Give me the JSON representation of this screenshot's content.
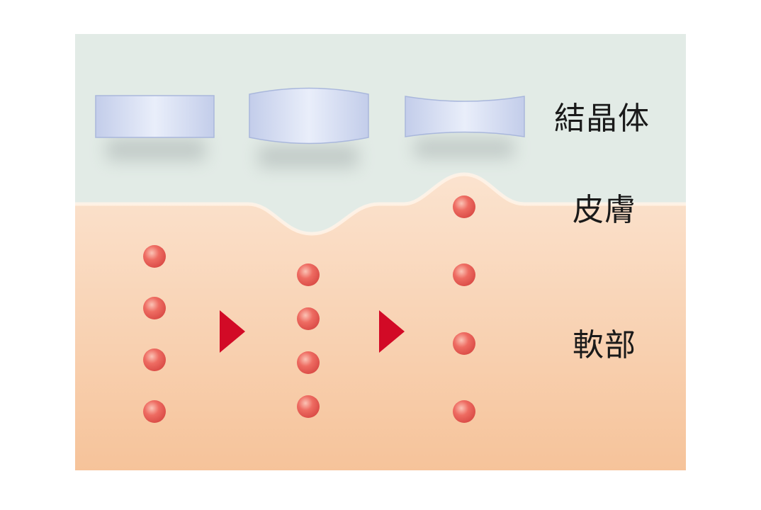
{
  "labels": {
    "crystal": "結晶体",
    "skin": "皮膚",
    "soft_tissue": "軟部"
  },
  "colors": {
    "air_background": "#e2ebe6",
    "tissue_top": "#fbe1cc",
    "tissue_bottom": "#f6c49a",
    "crystal_fill": "#c9d3ee",
    "crystal_edge": "#9fb0d8",
    "dot": "#e8615a",
    "arrow": "#d20a26"
  },
  "stages": [
    {
      "crystal_shape": "flat",
      "skin_shape": "flat",
      "dots": 4
    },
    {
      "crystal_shape": "convex",
      "skin_shape": "indented",
      "dots": 4
    },
    {
      "crystal_shape": "concave",
      "skin_shape": "bulged",
      "dots": 4
    }
  ],
  "arrows": 2
}
